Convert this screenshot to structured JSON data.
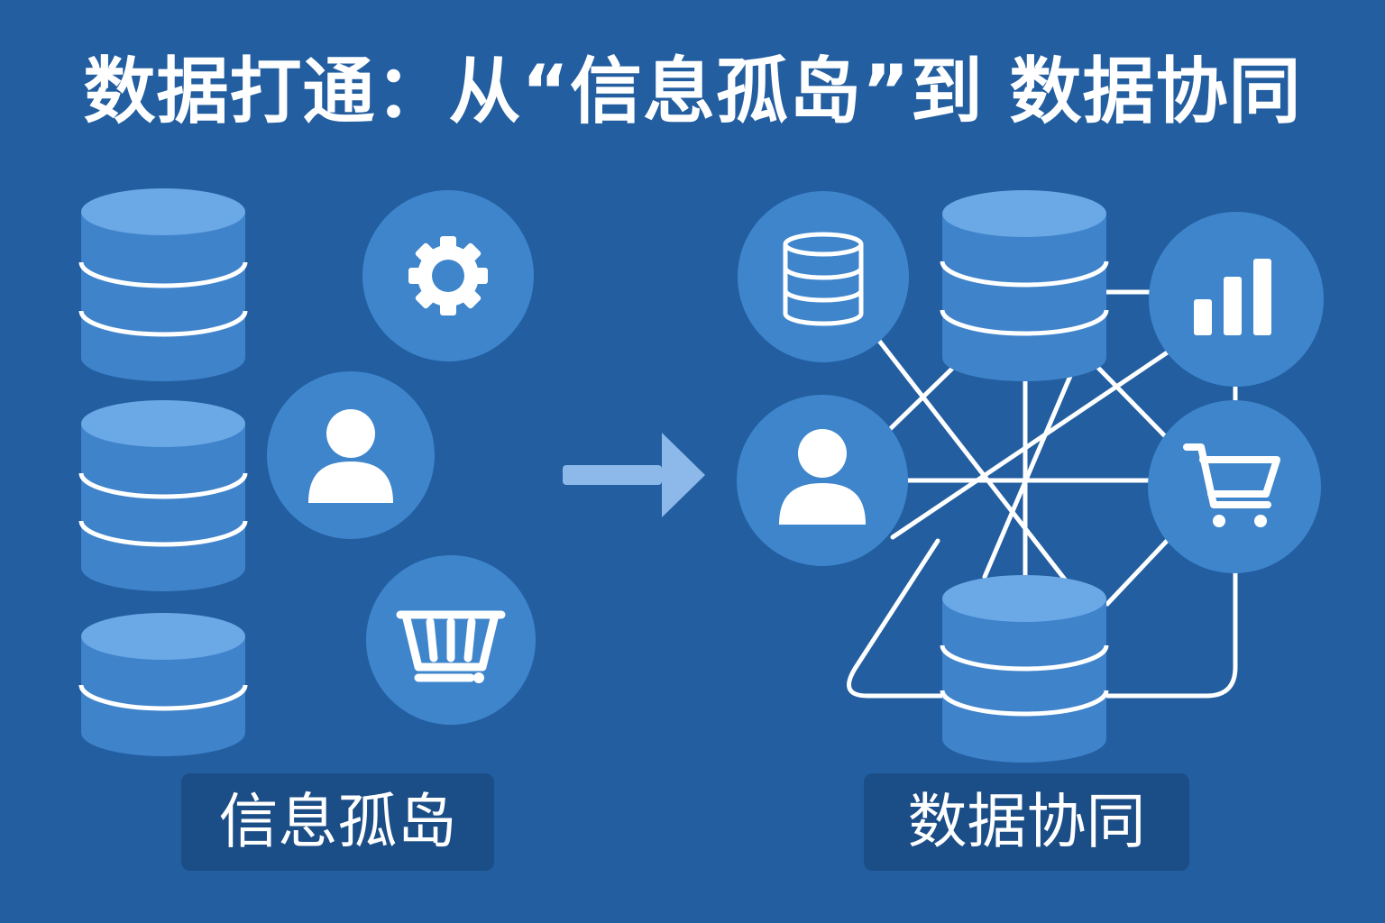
{
  "title": "数据打通：从“信息孤岛”到 数据协同",
  "left": {
    "label": "信息孤岛",
    "databases": [
      "database-icon",
      "database-icon",
      "database-icon"
    ],
    "icons": [
      "gear-icon",
      "user-icon",
      "shopping-basket-icon"
    ]
  },
  "arrow": "arrow-right-icon",
  "right": {
    "label": "数据协同",
    "databases": [
      "database-icon",
      "database-icon"
    ],
    "icons": [
      "database-outline-icon",
      "bar-chart-icon",
      "user-icon",
      "shopping-cart-icon"
    ]
  },
  "colors": {
    "background": "#225ea0",
    "cylinder_body": "#3f83cb",
    "cylinder_top": "#6aa8e6",
    "circle": "#3e85cc",
    "label_box": "#1b4d86",
    "line": "#ffffff",
    "arrow": "#8db8ea"
  }
}
